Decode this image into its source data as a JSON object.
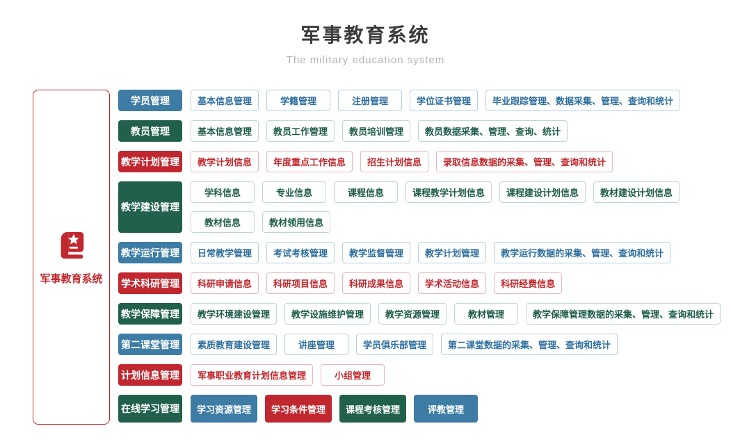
{
  "header": {
    "title": "军事教育系统",
    "subtitle": "The military education system"
  },
  "sidebar": {
    "label": "军事教育系统",
    "icon": "book-star-icon"
  },
  "colors": {
    "blue_solid": "#3d7ca5",
    "green_solid": "#21604d",
    "red_solid": "#c0272e",
    "blue_text": "#2e6f9e",
    "green_text": "#1e5c4a",
    "red_text": "#c0282e",
    "sidebar_border": "#c0272e"
  },
  "rows": [
    {
      "category": {
        "label": "学员管理",
        "color": "blue"
      },
      "lines": [
        [
          {
            "label": "基本信息管理",
            "color": "blue",
            "variant": "outline"
          },
          {
            "label": "学籍管理",
            "color": "blue",
            "variant": "outline"
          },
          {
            "label": "注册管理",
            "color": "blue",
            "variant": "outline"
          },
          {
            "label": "学位证书管理",
            "color": "blue",
            "variant": "outline"
          },
          {
            "label": "毕业跟踪管理、数据采集、管理、查询和统计",
            "color": "blue",
            "variant": "outline"
          }
        ]
      ]
    },
    {
      "category": {
        "label": "教员管理",
        "color": "green"
      },
      "lines": [
        [
          {
            "label": "基本信息管理",
            "color": "green",
            "variant": "outline"
          },
          {
            "label": "教员工作管理",
            "color": "green",
            "variant": "outline"
          },
          {
            "label": "教员培训管理",
            "color": "green",
            "variant": "outline"
          },
          {
            "label": "教员数据采集、管理、查询、统计",
            "color": "green",
            "variant": "outline"
          }
        ]
      ]
    },
    {
      "category": {
        "label": "教学计划管理",
        "color": "red"
      },
      "lines": [
        [
          {
            "label": "教学计划信息",
            "color": "red",
            "variant": "outline"
          },
          {
            "label": "年度重点工作信息",
            "color": "red",
            "variant": "outline"
          },
          {
            "label": "招生计划信息",
            "color": "red",
            "variant": "outline"
          },
          {
            "label": "录取信息数据的采集、管理、查询和统计",
            "color": "red",
            "variant": "outline"
          }
        ]
      ]
    },
    {
      "category": {
        "label": "教学建设管理",
        "color": "green"
      },
      "lines": [
        [
          {
            "label": "学科信息",
            "color": "green",
            "variant": "outline"
          },
          {
            "label": "专业信息",
            "color": "green",
            "variant": "outline"
          },
          {
            "label": "课程信息",
            "color": "green",
            "variant": "outline"
          },
          {
            "label": "课程教学计划信息",
            "color": "green",
            "variant": "outline"
          },
          {
            "label": "课程建设计划信息",
            "color": "green",
            "variant": "outline"
          },
          {
            "label": "教材建设计划信息",
            "color": "green",
            "variant": "outline"
          }
        ],
        [
          {
            "label": "教材信息",
            "color": "green",
            "variant": "outline"
          },
          {
            "label": "教材领用信息",
            "color": "green",
            "variant": "outline"
          }
        ]
      ]
    },
    {
      "category": {
        "label": "教学运行管理",
        "color": "blue"
      },
      "lines": [
        [
          {
            "label": "日常教学管理",
            "color": "blue",
            "variant": "outline"
          },
          {
            "label": "考试考核管理",
            "color": "blue",
            "variant": "outline"
          },
          {
            "label": "教学监督管理",
            "color": "blue",
            "variant": "outline"
          },
          {
            "label": "教学计划管理",
            "color": "blue",
            "variant": "outline"
          },
          {
            "label": "教学运行数据的采集、管理、查询和统计",
            "color": "blue",
            "variant": "outline"
          }
        ]
      ]
    },
    {
      "category": {
        "label": "学术科研管理",
        "color": "red"
      },
      "lines": [
        [
          {
            "label": "科研申请信息",
            "color": "red",
            "variant": "outline"
          },
          {
            "label": "科研项目信息",
            "color": "red",
            "variant": "outline"
          },
          {
            "label": "科研成果信息",
            "color": "red",
            "variant": "outline"
          },
          {
            "label": "学术活动信息",
            "color": "red",
            "variant": "outline"
          },
          {
            "label": "科研经费信息",
            "color": "red",
            "variant": "outline"
          }
        ]
      ]
    },
    {
      "category": {
        "label": "教学保障管理",
        "color": "green"
      },
      "lines": [
        [
          {
            "label": "教学环境建设管理",
            "color": "green",
            "variant": "outline"
          },
          {
            "label": "教学设施维护管理",
            "color": "green",
            "variant": "outline"
          },
          {
            "label": "教学资源管理",
            "color": "green",
            "variant": "outline"
          },
          {
            "label": "教材管理",
            "color": "green",
            "variant": "outline"
          },
          {
            "label": "教学保障管理数据的采集、管理、查询和统计",
            "color": "green",
            "variant": "outline"
          }
        ]
      ]
    },
    {
      "category": {
        "label": "第二课堂管理",
        "color": "blue"
      },
      "lines": [
        [
          {
            "label": "素质教育建设管理",
            "color": "blue",
            "variant": "outline"
          },
          {
            "label": "讲座管理",
            "color": "blue",
            "variant": "outline"
          },
          {
            "label": "学员俱乐部管理",
            "color": "blue",
            "variant": "outline"
          },
          {
            "label": "第二课堂数据的采集、管理、查询和统计",
            "color": "blue",
            "variant": "outline"
          }
        ]
      ]
    },
    {
      "category": {
        "label": "计划信息管理",
        "color": "red"
      },
      "lines": [
        [
          {
            "label": "军事职业教育计划信息管理",
            "color": "red",
            "variant": "outline"
          },
          {
            "label": "小组管理",
            "color": "red",
            "variant": "outline"
          }
        ]
      ]
    },
    {
      "category": {
        "label": "在线学习管理",
        "color": "green"
      },
      "size": "large",
      "lines": [
        [
          {
            "label": "学习资源管理",
            "color": "blue",
            "variant": "solid"
          },
          {
            "label": "学习条件管理",
            "color": "red",
            "variant": "solid"
          },
          {
            "label": "课程考核管理",
            "color": "green",
            "variant": "solid"
          },
          {
            "label": "评教管理",
            "color": "blue",
            "variant": "solid"
          }
        ]
      ]
    }
  ]
}
